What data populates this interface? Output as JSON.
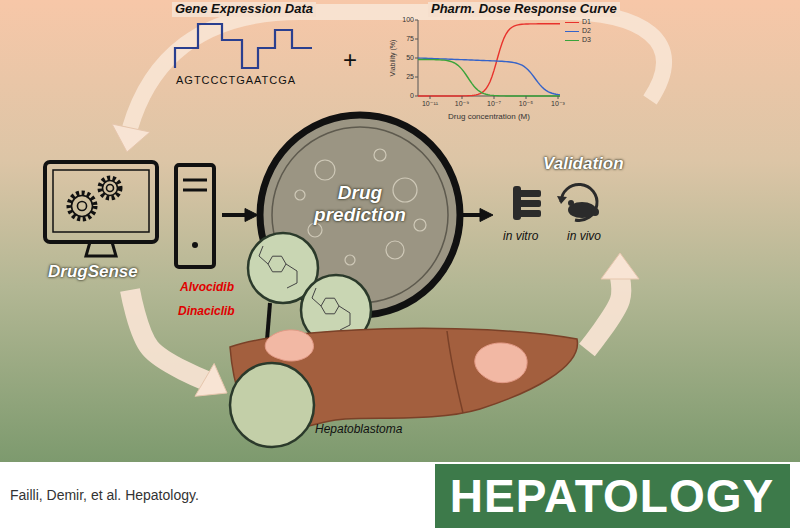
{
  "diagram": {
    "caption": "Failli, Demir, et al. Hepatology.",
    "nodes": [
      {
        "text": [
          "DrugSense"
        ]
      },
      {
        "text": [
          "Drug prediction"
        ]
      },
      {
        "text": [
          "Validation",
          "in vitro",
          "in vivo"
        ]
      },
      {
        "text": [
          "Hepatoblastoma"
        ]
      },
      {
        "text": [
          "HEPATOLOGY"
        ]
      }
    ],
    "edges": [
      {
        "from": 0,
        "to": 1,
        "arrow": "to"
      },
      {
        "from": 1,
        "to": 2,
        "arrow": "to"
      },
      {
        "from": 1,
        "to": 3,
        "arrow": "to"
      },
      {
        "from": 0,
        "to": 3,
        "arrow": "to"
      },
      {
        "from": 3,
        "to": 2,
        "arrow": "to"
      }
    ],
    "labels": [
      "Gene Expression Data",
      "Pharm. Dose Response Curve",
      "AGTCCCTGAATCGA",
      "+",
      "100",
      "75",
      "50",
      "25",
      "0",
      "10⁻¹¹",
      "10⁻⁹",
      "10⁻⁷",
      "10⁻⁵",
      "10⁻³",
      "Viability (%)",
      "Drug concentration (M)",
      "Alvocidib",
      "Dinaciclib"
    ],
    "legend": [
      {
        "text": "D1"
      },
      {
        "text": "D2"
      },
      {
        "text": "D3"
      }
    ]
  }
}
